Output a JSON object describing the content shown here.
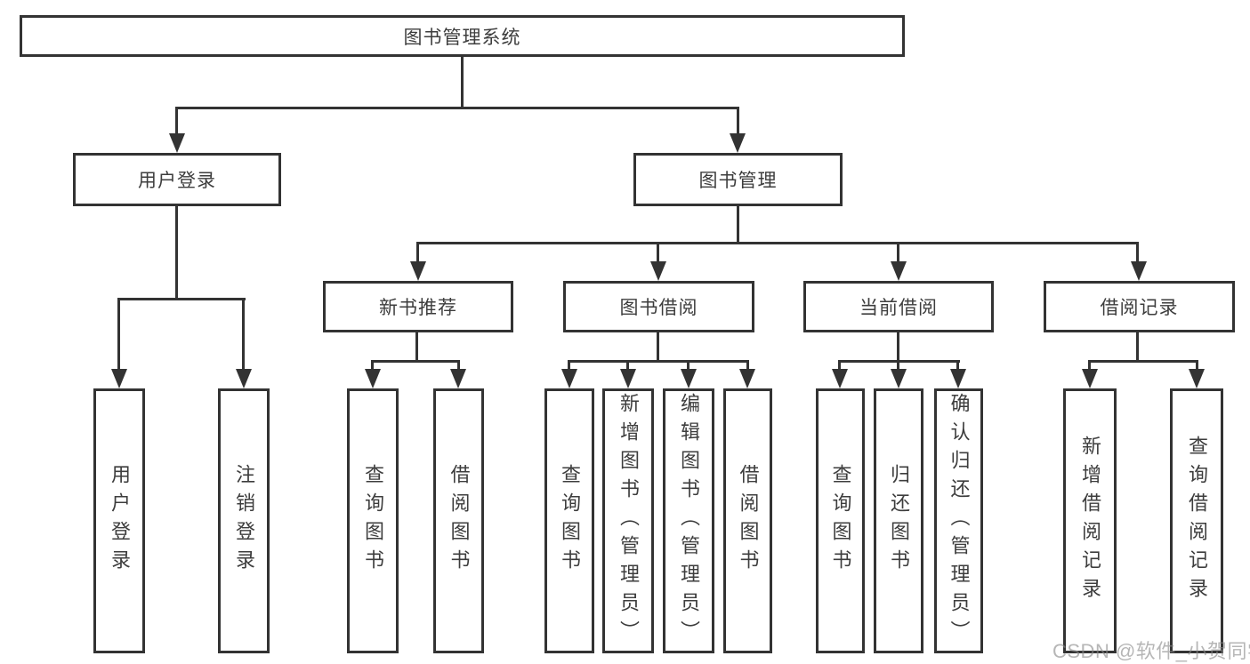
{
  "colors": {
    "line": "#333333",
    "text": "#3d3d3d",
    "background": "#ffffff",
    "watermark": "#8a8a8a"
  },
  "tree": {
    "root": {
      "label": "图书管理系统"
    },
    "level2": [
      {
        "label": "用户登录",
        "leaves": [
          "用户登录",
          "注销登录"
        ]
      },
      {
        "label": "图书管理"
      }
    ],
    "level3": [
      {
        "label": "新书推荐",
        "leaves": [
          "查询图书",
          "借阅图书"
        ]
      },
      {
        "label": "图书借阅",
        "leaves": [
          "查询图书",
          "新增图书（管理员）",
          "编辑图书（管理员）",
          "借阅图书"
        ]
      },
      {
        "label": "当前借阅",
        "leaves": [
          "查询图书",
          "归还图书",
          "确认归还（管理员）"
        ]
      },
      {
        "label": "借阅记录",
        "leaves": [
          "新增借阅记录",
          "查询借阅记录"
        ]
      }
    ]
  },
  "watermark": "CSDN @软件_小贺同学"
}
